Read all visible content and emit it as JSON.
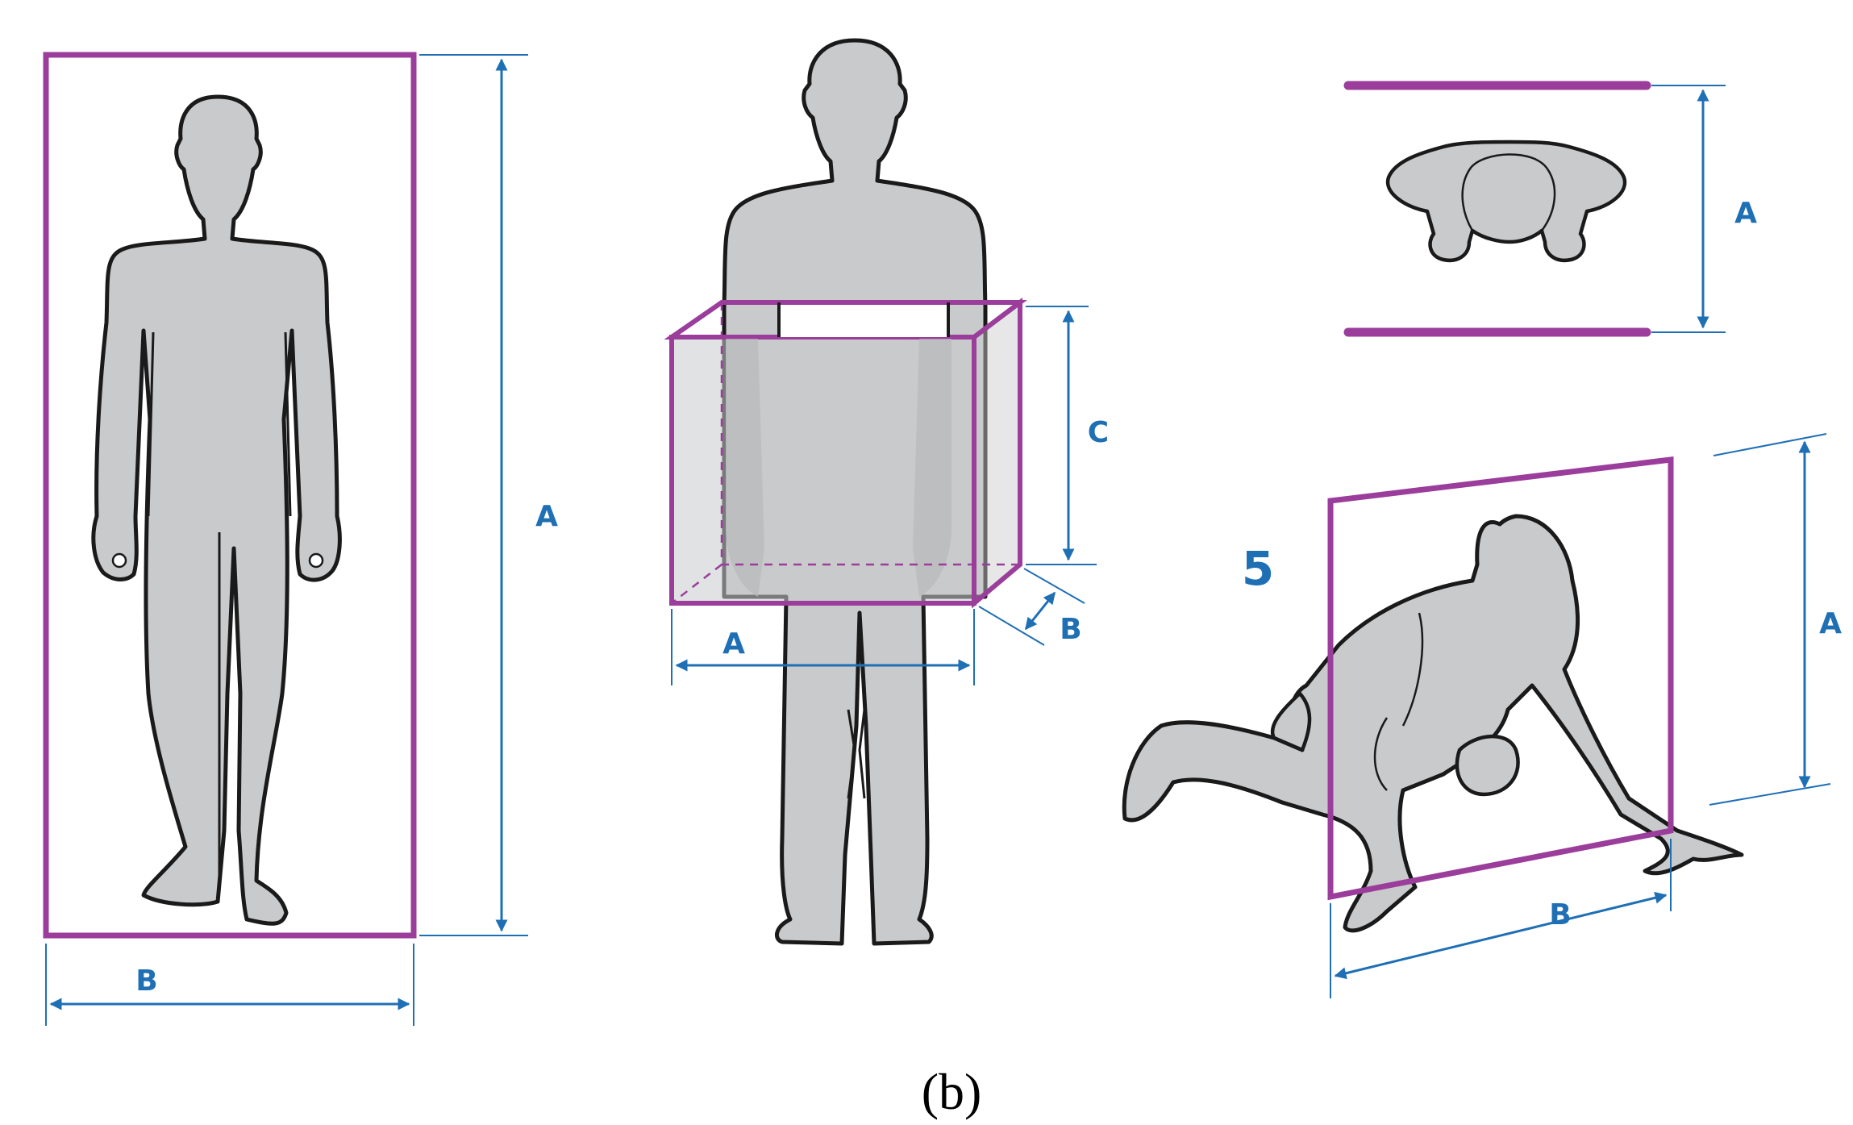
{
  "colors": {
    "frame": "#9b3d9b",
    "dimension": "#1f6fb5",
    "silhouette_fill": "#c9cacc",
    "silhouette_stroke": "#1a1a1a",
    "caption_text": "#000000"
  },
  "panels": {
    "standing_figure": {
      "height_label": "A",
      "width_label": "B"
    },
    "box_figure": {
      "width_label": "A",
      "depth_label": "B",
      "height_label": "C"
    },
    "top_view": {
      "gap_label": "A"
    },
    "crawling_figure": {
      "number": "5",
      "height_label": "A",
      "width_label": "B"
    }
  },
  "caption": "(b)"
}
